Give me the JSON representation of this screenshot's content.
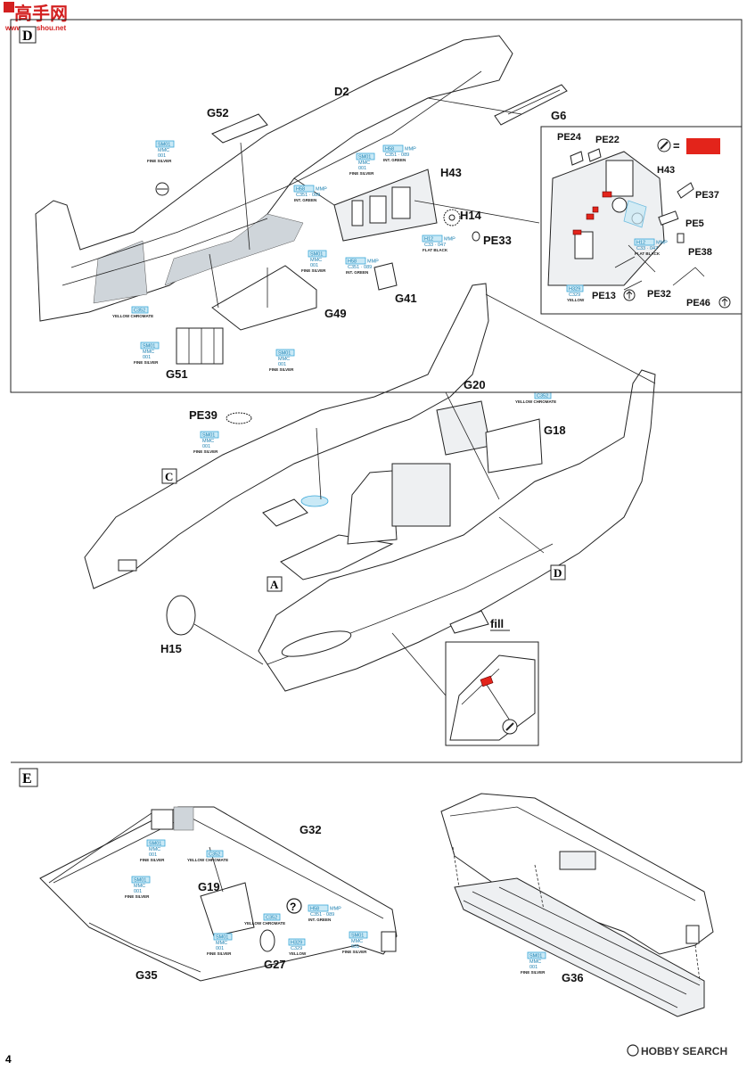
{
  "page": {
    "number": "4"
  },
  "watermark": {
    "logo_text": "高手网",
    "url": "www.gaoshou.net",
    "site": "HOBBY SEARCH"
  },
  "section_d": {
    "marker": "D",
    "parts": [
      "D2",
      "G6",
      "G52",
      "H43",
      "H14",
      "PE33",
      "G41",
      "G49",
      "G51"
    ],
    "paint": [
      {
        "code": "SM01",
        "line2": "MMC",
        "line3": "001",
        "name": "FINE SILVER"
      },
      {
        "code": "H58",
        "line2": "MMP",
        "line3": "C351 · 089",
        "name": "INT. GREEN"
      },
      {
        "code": "SM01",
        "line2": "MMC",
        "line3": "001",
        "name": "FINE SILVER"
      },
      {
        "code": "H58",
        "line2": "MMP",
        "line3": "C351 · 089",
        "name": "INT. GREEN"
      },
      {
        "code": "H12",
        "line2": "MMP",
        "line3": "C33 · 047",
        "name": "FLAT BLACK"
      },
      {
        "code": "SM01",
        "line2": "MMC",
        "line3": "001",
        "name": "FINE SILVER"
      },
      {
        "code": "H58",
        "line2": "MMP",
        "line3": "C351 · 089",
        "name": "INT. GREEN"
      },
      {
        "code": "C352",
        "line2": "",
        "line3": "",
        "name": "YELLOW CHROMATE"
      },
      {
        "code": "SM01",
        "line2": "MMC",
        "line3": "001",
        "name": "FINE SILVER"
      },
      {
        "code": "SM01",
        "line2": "MMC",
        "line3": "001",
        "name": "FINE SILVER"
      }
    ]
  },
  "inset_d": {
    "parts": [
      "PE24",
      "PE22",
      "H43",
      "PE37",
      "PE5",
      "PE38",
      "PE32",
      "PE13",
      "PE46"
    ],
    "paint": [
      {
        "code": "H12",
        "line2": "MMP",
        "line3": "C33 · 047",
        "name": "FLAT BLACK"
      },
      {
        "code": "H329",
        "line2": "C329",
        "line3": "",
        "name": "YELLOW"
      }
    ],
    "color_key": "#e3241b"
  },
  "section_mid": {
    "markers": [
      "C",
      "A",
      "D"
    ],
    "parts": [
      "G20",
      "G18",
      "PE39",
      "H15",
      "fill"
    ],
    "paint": [
      {
        "code": "C352",
        "line2": "",
        "line3": "",
        "name": "YELLOW CHROMATE"
      },
      {
        "code": "SM01",
        "line2": "MMC",
        "line3": "001",
        "name": "FINE SILVER"
      }
    ]
  },
  "section_e": {
    "marker": "E",
    "parts": [
      "G32",
      "G19",
      "G27",
      "G35",
      "G36"
    ],
    "paint": [
      {
        "code": "SM01",
        "line2": "MMC",
        "line3": "001",
        "name": "FINE SILVER"
      },
      {
        "code": "C352",
        "line2": "",
        "line3": "",
        "name": "YELLOW CHROMATE"
      },
      {
        "code": "SM01",
        "line2": "MMC",
        "line3": "001",
        "name": "FINE SILVER"
      },
      {
        "code": "C352",
        "line2": "",
        "line3": "",
        "name": "YELLOW CHROMATE"
      },
      {
        "code": "H58",
        "line2": "MMP",
        "line3": "C351 · 089",
        "name": "INT. GREEN"
      },
      {
        "code": "SM01",
        "line2": "MMC",
        "line3": "001",
        "name": "FINE SILVER"
      },
      {
        "code": "H329",
        "line2": "C329",
        "line3": "",
        "name": "YELLOW"
      },
      {
        "code": "SM01",
        "line2": "MMC",
        "line3": "001",
        "name": "FINE SILVER"
      },
      {
        "code": "SM01",
        "line2": "MMC",
        "line3": "001",
        "name": "FINE SILVER"
      }
    ],
    "question_mark": "?"
  }
}
